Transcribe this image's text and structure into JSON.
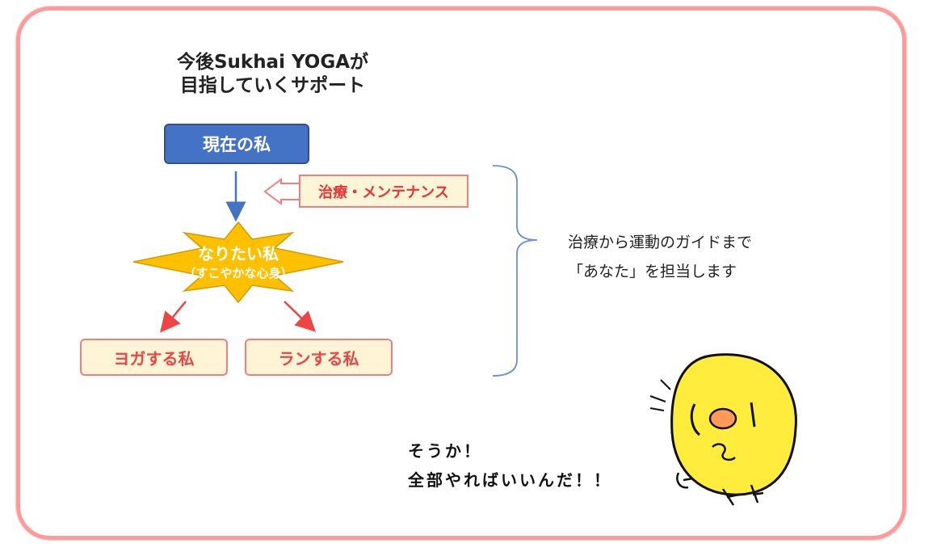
{
  "title": {
    "line1": "今後Sukhai YOGAが",
    "line2": "目指していくサポート"
  },
  "flow": {
    "current": "現在の私",
    "treatment": "治療・メンテナンス",
    "goal_main": "なりたい私",
    "goal_sub": "（すこやかな心身）",
    "branch_yoga": "ヨガする私",
    "branch_run": "ランする私"
  },
  "side_note": {
    "line1": "治療から運動のガイドまで",
    "line2": "「あなた」を担当します"
  },
  "speech": {
    "line1": "そうか！",
    "line2": "全部やればいいんだ！！"
  },
  "colors": {
    "frame": "#ff9a9a",
    "current_box": "#4472c4",
    "star_fill": "#ffc000",
    "accent_red": "#ee4444",
    "brace": "#6b8fd6",
    "chick": "#ffec3d"
  }
}
